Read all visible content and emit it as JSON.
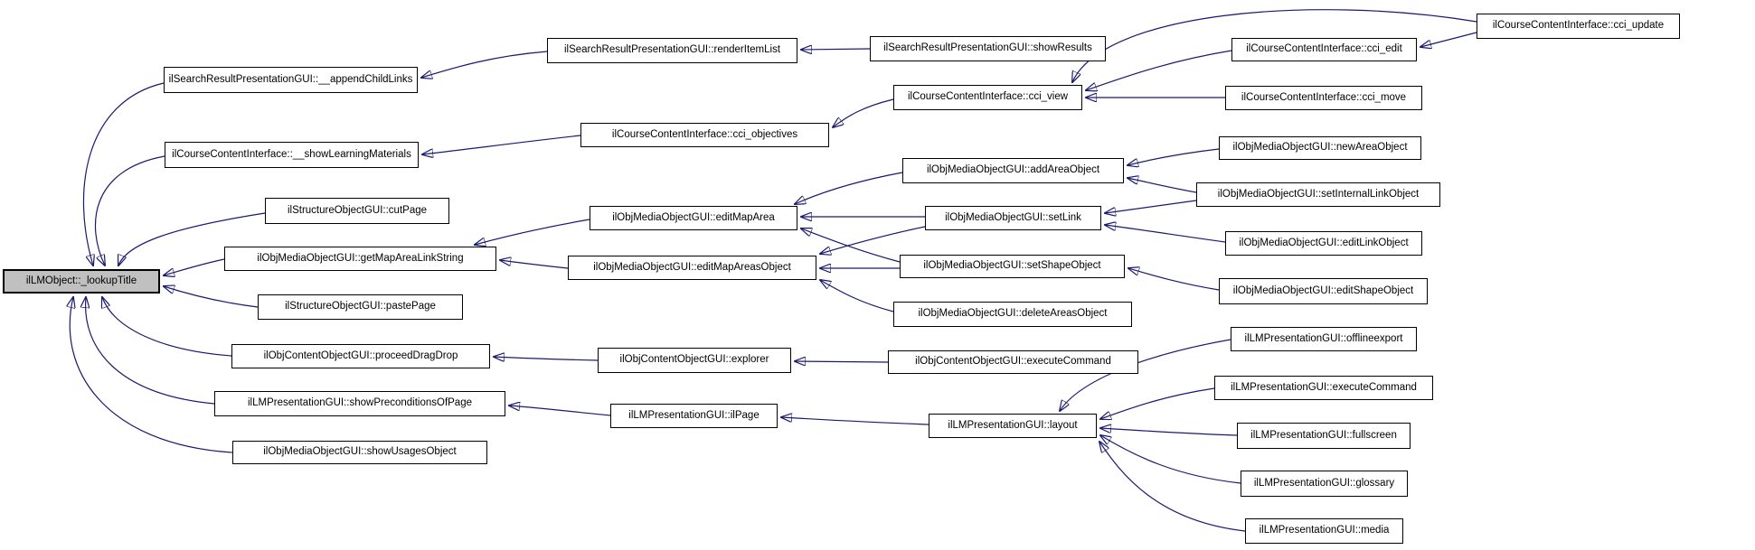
{
  "diagram": {
    "type": "caller-graph",
    "colors": {
      "edge": "#191970",
      "node_fill": "#ffffff",
      "node_border": "#000000",
      "root_fill": "#c0c0c0",
      "background": "#ffffff"
    },
    "nodes": [
      {
        "id": "lookupTitle",
        "label": "ilLMObject::_lookupTitle",
        "root": true
      },
      {
        "id": "appendChildLinks",
        "label": "ilSearchResultPresentationGUI::__appendChildLinks"
      },
      {
        "id": "showLearningMaterials",
        "label": "ilCourseContentInterface::__showLearningMaterials"
      },
      {
        "id": "cutPage",
        "label": "ilStructureObjectGUI::cutPage"
      },
      {
        "id": "getMapAreaLinkString",
        "label": "ilObjMediaObjectGUI::getMapAreaLinkString"
      },
      {
        "id": "pastePage",
        "label": "ilStructureObjectGUI::pastePage"
      },
      {
        "id": "proceedDragDrop",
        "label": "ilObjContentObjectGUI::proceedDragDrop"
      },
      {
        "id": "showPreconditionsOfPage",
        "label": "ilLMPresentationGUI::showPreconditionsOfPage"
      },
      {
        "id": "showUsagesObject",
        "label": "ilObjMediaObjectGUI::showUsagesObject"
      },
      {
        "id": "renderItemList",
        "label": "ilSearchResultPresentationGUI::renderItemList"
      },
      {
        "id": "cci_objectives",
        "label": "ilCourseContentInterface::cci_objectives"
      },
      {
        "id": "editMapArea",
        "label": "ilObjMediaObjectGUI::editMapArea"
      },
      {
        "id": "editMapAreasObject",
        "label": "ilObjMediaObjectGUI::editMapAreasObject"
      },
      {
        "id": "explorer",
        "label": "ilObjContentObjectGUI::explorer"
      },
      {
        "id": "ilPage",
        "label": "ilLMPresentationGUI::ilPage"
      },
      {
        "id": "showResults",
        "label": "ilSearchResultPresentationGUI::showResults"
      },
      {
        "id": "cci_view",
        "label": "ilCourseContentInterface::cci_view"
      },
      {
        "id": "addAreaObject",
        "label": "ilObjMediaObjectGUI::addAreaObject"
      },
      {
        "id": "setLink",
        "label": "ilObjMediaObjectGUI::setLink"
      },
      {
        "id": "setShapeObject",
        "label": "ilObjMediaObjectGUI::setShapeObject"
      },
      {
        "id": "deleteAreasObject",
        "label": "ilObjMediaObjectGUI::deleteAreasObject"
      },
      {
        "id": "oc_executeCommand",
        "label": "ilObjContentObjectGUI::executeCommand"
      },
      {
        "id": "layout",
        "label": "ilLMPresentationGUI::layout"
      },
      {
        "id": "cci_edit",
        "label": "ilCourseContentInterface::cci_edit"
      },
      {
        "id": "cci_move",
        "label": "ilCourseContentInterface::cci_move"
      },
      {
        "id": "cci_update",
        "label": "ilCourseContentInterface::cci_update"
      },
      {
        "id": "newAreaObject",
        "label": "ilObjMediaObjectGUI::newAreaObject"
      },
      {
        "id": "setInternalLinkObject",
        "label": "ilObjMediaObjectGUI::setInternalLinkObject"
      },
      {
        "id": "editLinkObject",
        "label": "ilObjMediaObjectGUI::editLinkObject"
      },
      {
        "id": "editShapeObject",
        "label": "ilObjMediaObjectGUI::editShapeObject"
      },
      {
        "id": "offlineexport",
        "label": "ilLMPresentationGUI::offlineexport"
      },
      {
        "id": "lm_executeCommand",
        "label": "ilLMPresentationGUI::executeCommand"
      },
      {
        "id": "fullscreen",
        "label": "ilLMPresentationGUI::fullscreen"
      },
      {
        "id": "glossary",
        "label": "ilLMPresentationGUI::glossary"
      },
      {
        "id": "media",
        "label": "ilLMPresentationGUI::media"
      }
    ],
    "edges": [
      {
        "from": "appendChildLinks",
        "to": "lookupTitle"
      },
      {
        "from": "showLearningMaterials",
        "to": "lookupTitle"
      },
      {
        "from": "cutPage",
        "to": "lookupTitle"
      },
      {
        "from": "getMapAreaLinkString",
        "to": "lookupTitle"
      },
      {
        "from": "pastePage",
        "to": "lookupTitle"
      },
      {
        "from": "proceedDragDrop",
        "to": "lookupTitle"
      },
      {
        "from": "showPreconditionsOfPage",
        "to": "lookupTitle"
      },
      {
        "from": "showUsagesObject",
        "to": "lookupTitle"
      },
      {
        "from": "renderItemList",
        "to": "appendChildLinks"
      },
      {
        "from": "showResults",
        "to": "renderItemList"
      },
      {
        "from": "cci_objectives",
        "to": "showLearningMaterials"
      },
      {
        "from": "cci_view",
        "to": "cci_objectives"
      },
      {
        "from": "cci_edit",
        "to": "cci_view"
      },
      {
        "from": "cci_move",
        "to": "cci_view"
      },
      {
        "from": "cci_update",
        "to": "cci_view"
      },
      {
        "from": "cci_update",
        "to": "cci_edit"
      },
      {
        "from": "editMapArea",
        "to": "getMapAreaLinkString"
      },
      {
        "from": "editMapAreasObject",
        "to": "getMapAreaLinkString"
      },
      {
        "from": "addAreaObject",
        "to": "editMapArea"
      },
      {
        "from": "setLink",
        "to": "editMapArea"
      },
      {
        "from": "setShapeObject",
        "to": "editMapArea"
      },
      {
        "from": "setLink",
        "to": "editMapAreasObject"
      },
      {
        "from": "setShapeObject",
        "to": "editMapAreasObject"
      },
      {
        "from": "deleteAreasObject",
        "to": "editMapAreasObject"
      },
      {
        "from": "newAreaObject",
        "to": "addAreaObject"
      },
      {
        "from": "setInternalLinkObject",
        "to": "addAreaObject"
      },
      {
        "from": "setInternalLinkObject",
        "to": "setLink"
      },
      {
        "from": "editLinkObject",
        "to": "setLink"
      },
      {
        "from": "editShapeObject",
        "to": "setShapeObject"
      },
      {
        "from": "explorer",
        "to": "proceedDragDrop"
      },
      {
        "from": "oc_executeCommand",
        "to": "explorer"
      },
      {
        "from": "ilPage",
        "to": "showPreconditionsOfPage"
      },
      {
        "from": "layout",
        "to": "ilPage"
      },
      {
        "from": "offlineexport",
        "to": "layout"
      },
      {
        "from": "lm_executeCommand",
        "to": "layout"
      },
      {
        "from": "fullscreen",
        "to": "layout"
      },
      {
        "from": "glossary",
        "to": "layout"
      },
      {
        "from": "media",
        "to": "layout"
      }
    ]
  }
}
